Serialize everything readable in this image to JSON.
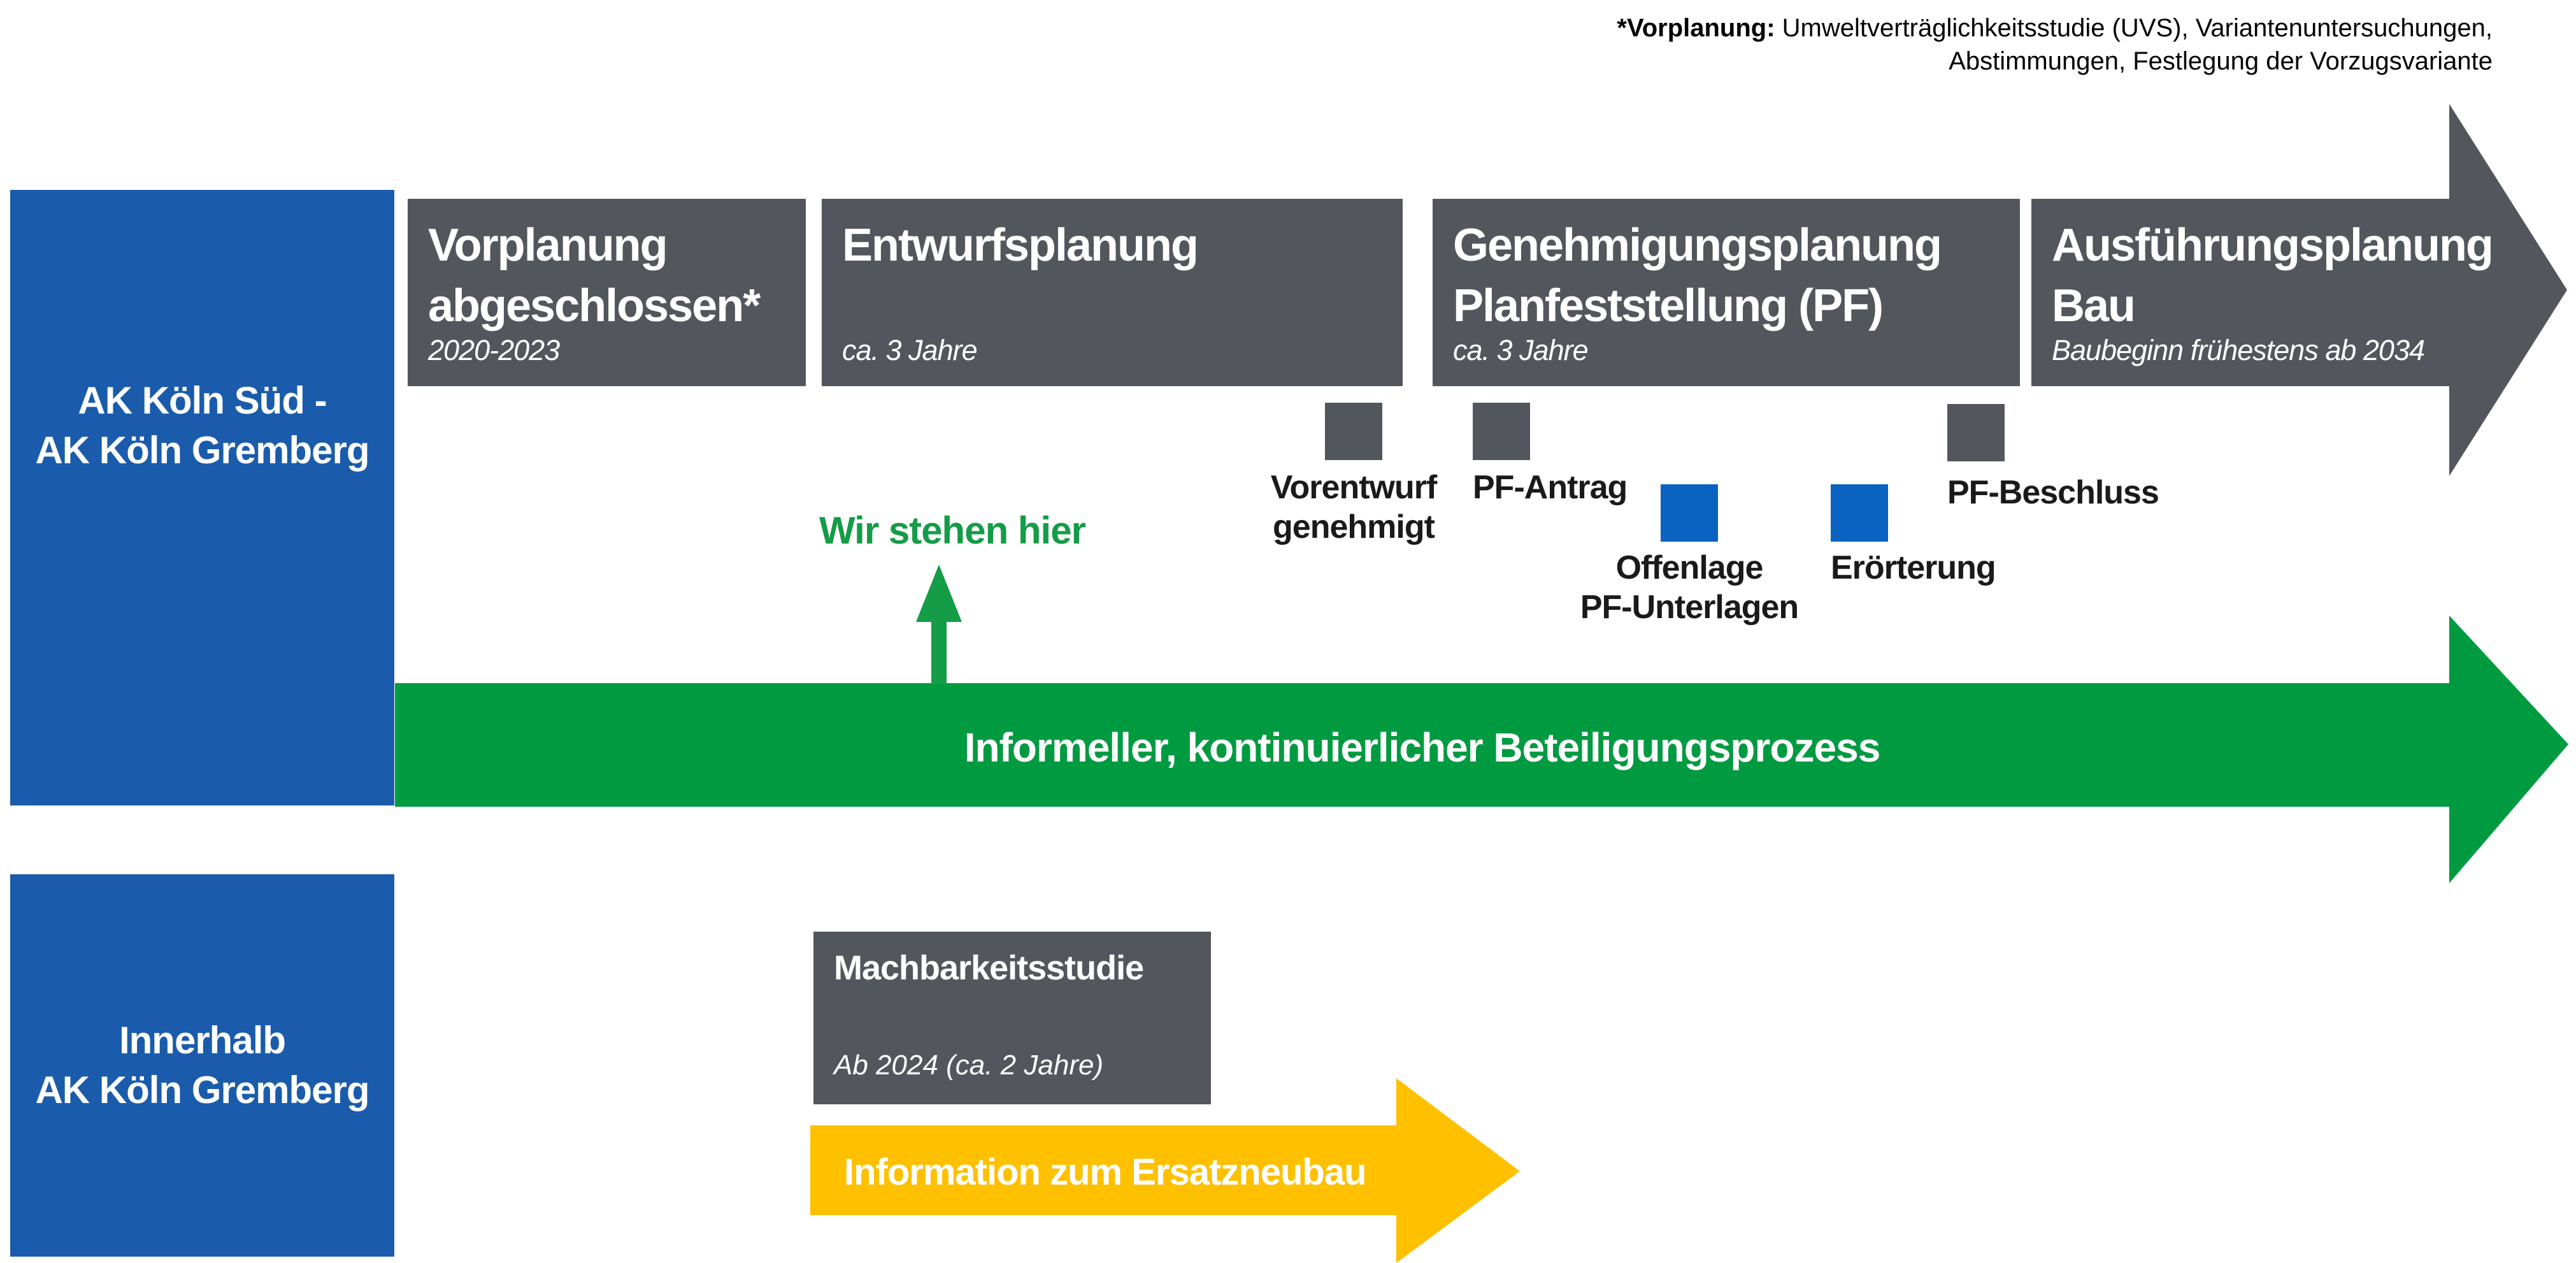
{
  "colors": {
    "gray": "#53565C",
    "blue_panel": "#1A5CAB",
    "blue_marker": "#0A62C1",
    "green": "#009B41",
    "green_text": "#149C47",
    "yellow": "#FFC000",
    "label_text": "#1A1A1A"
  },
  "footnote": {
    "lead": "*Vorplanung:",
    "line1_rest": " Umweltverträglichkeitsstudie (UVS), Variantenuntersuchungen,",
    "line2": "Abstimmungen, Festlegung der Vorzugsvariante"
  },
  "row_labels": {
    "corridor": {
      "line1": "AK Köln Süd -",
      "line2": "AK Köln Gremberg"
    },
    "inner": {
      "line1": "Innerhalb",
      "line2": "AK Köln Gremberg"
    }
  },
  "phases": {
    "p1": {
      "title1": "Vorplanung",
      "title2": "abgeschlossen*",
      "subtitle": "2020-2023"
    },
    "p2": {
      "title1": "Entwurfsplanung",
      "subtitle": "ca. 3 Jahre"
    },
    "p3": {
      "title1": "Genehmigungsplanung",
      "title2": "Planfeststellung (PF)",
      "subtitle": "ca. 3 Jahre"
    },
    "p4": {
      "title1": "Ausführungsplanung",
      "title2": "Bau",
      "subtitle": "Baubeginn frühestens ab 2034"
    }
  },
  "milestones": {
    "m1": {
      "line1": "Vorentwurf",
      "line2": "genehmigt"
    },
    "m2": {
      "line1": "PF-Antrag"
    },
    "m3": {
      "line1": "Offenlage",
      "line2": "PF-Unterlagen"
    },
    "m4": {
      "line1": "Erörterung"
    },
    "m5": {
      "line1": "PF-Beschluss"
    }
  },
  "status_pointer": {
    "label": "Wir stehen hier"
  },
  "banner": {
    "label": "Informeller, kontinuierlicher Beteiligungsprozess"
  },
  "study": {
    "title": "Machbarkeitsstudie",
    "subtitle": "Ab 2024 (ca. 2 Jahre)"
  },
  "info_arrow": {
    "label": "Information zum Ersatzneubau"
  }
}
